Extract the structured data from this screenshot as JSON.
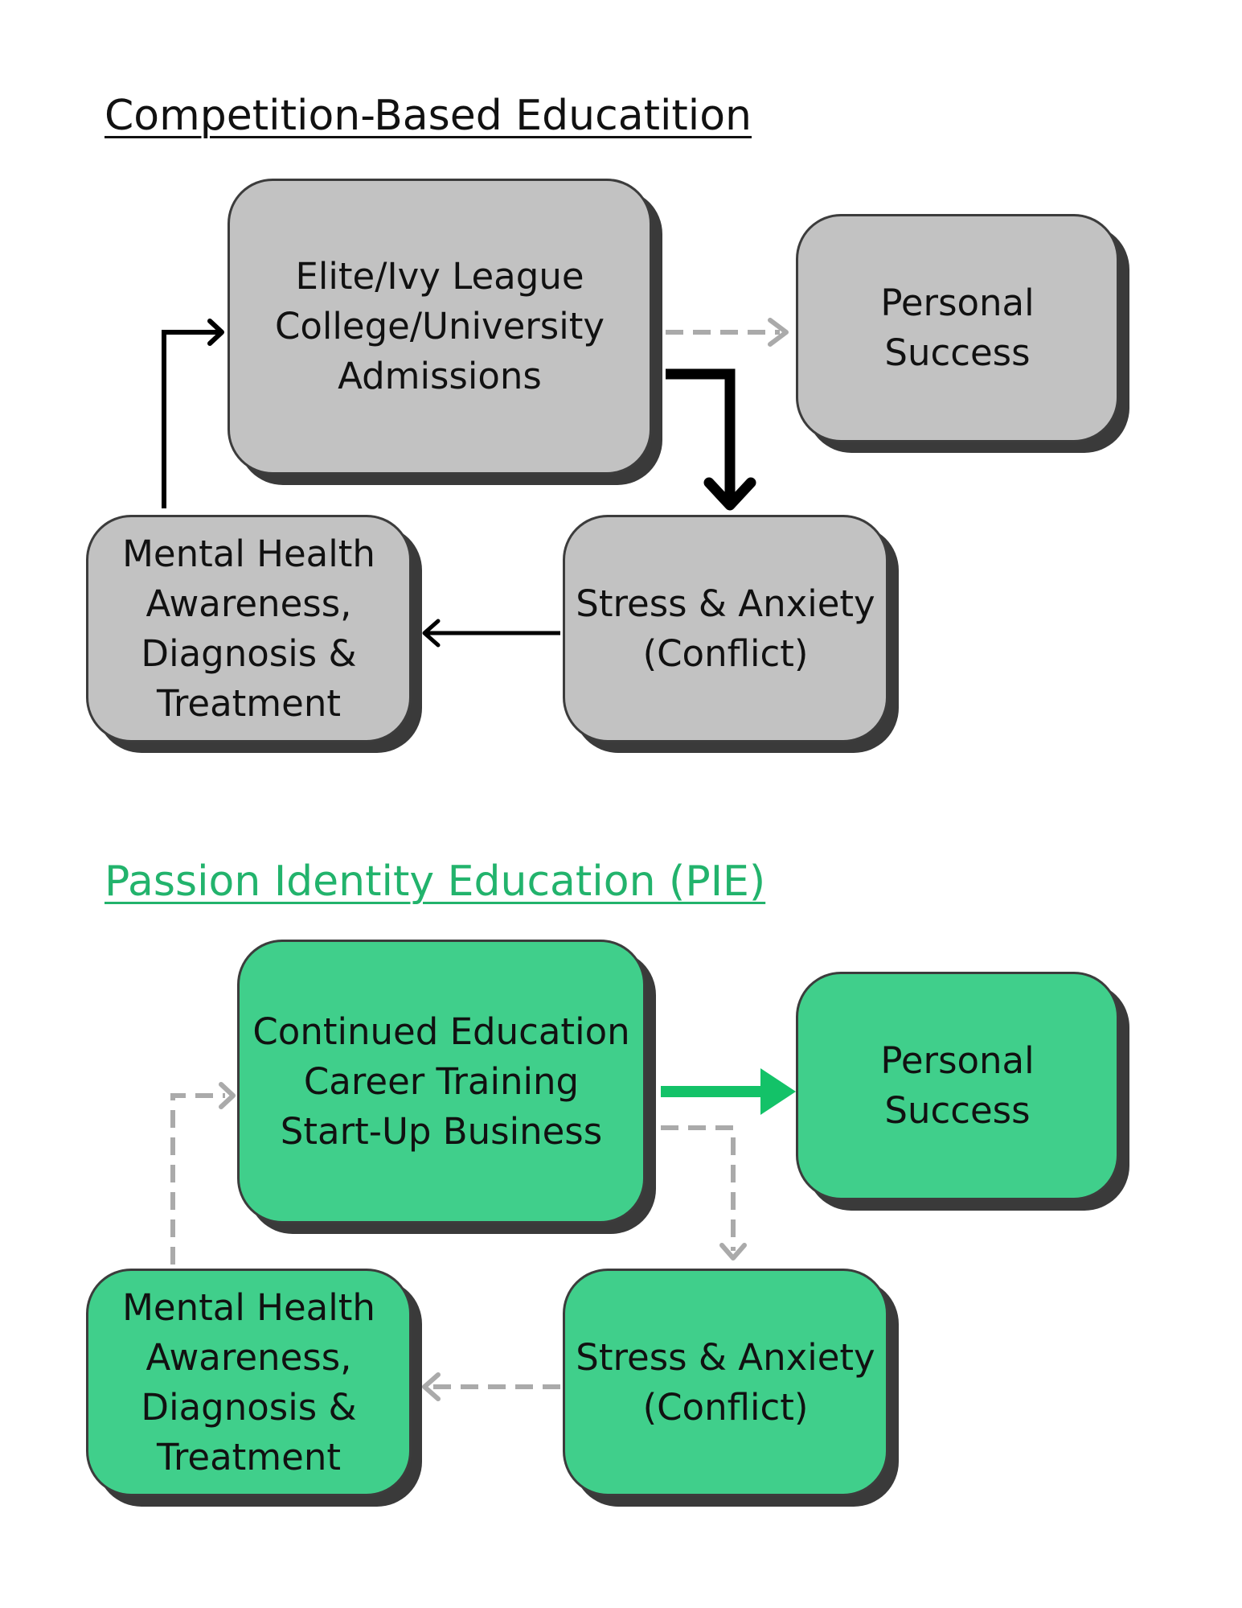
{
  "competition": {
    "title": "Competition-Based Educatition",
    "admissions": {
      "lines": [
        "Elite/Ivy League",
        "College/University",
        "Admissions"
      ]
    },
    "success": {
      "lines": [
        "Personal",
        "Success"
      ]
    },
    "stress": {
      "lines": [
        "Stress & Anxiety",
        "(Conflict)"
      ]
    },
    "mental_health": {
      "lines": [
        "Mental Health",
        "Awareness,",
        "Diagnosis &",
        "Treatment"
      ]
    }
  },
  "pie": {
    "title": "Passion Identity Education (PIE)",
    "continued": {
      "lines": [
        "Continued Education",
        "Career Training",
        "Start-Up Business"
      ]
    },
    "success": {
      "lines": [
        "Personal",
        "Success"
      ]
    },
    "stress": {
      "lines": [
        "Stress & Anxiety",
        "(Conflict)"
      ]
    },
    "mental_health": {
      "lines": [
        "Mental Health",
        "Awareness,",
        "Diagnosis &",
        "Treatment"
      ]
    }
  },
  "colors": {
    "gray_fill": "#c2c2c2",
    "green_fill": "#40cf8b",
    "green_title": "#22b36c",
    "green_arrow": "#13c268",
    "solid_arrow": "#000000",
    "dashed_arrow": "#aaaaaa"
  }
}
